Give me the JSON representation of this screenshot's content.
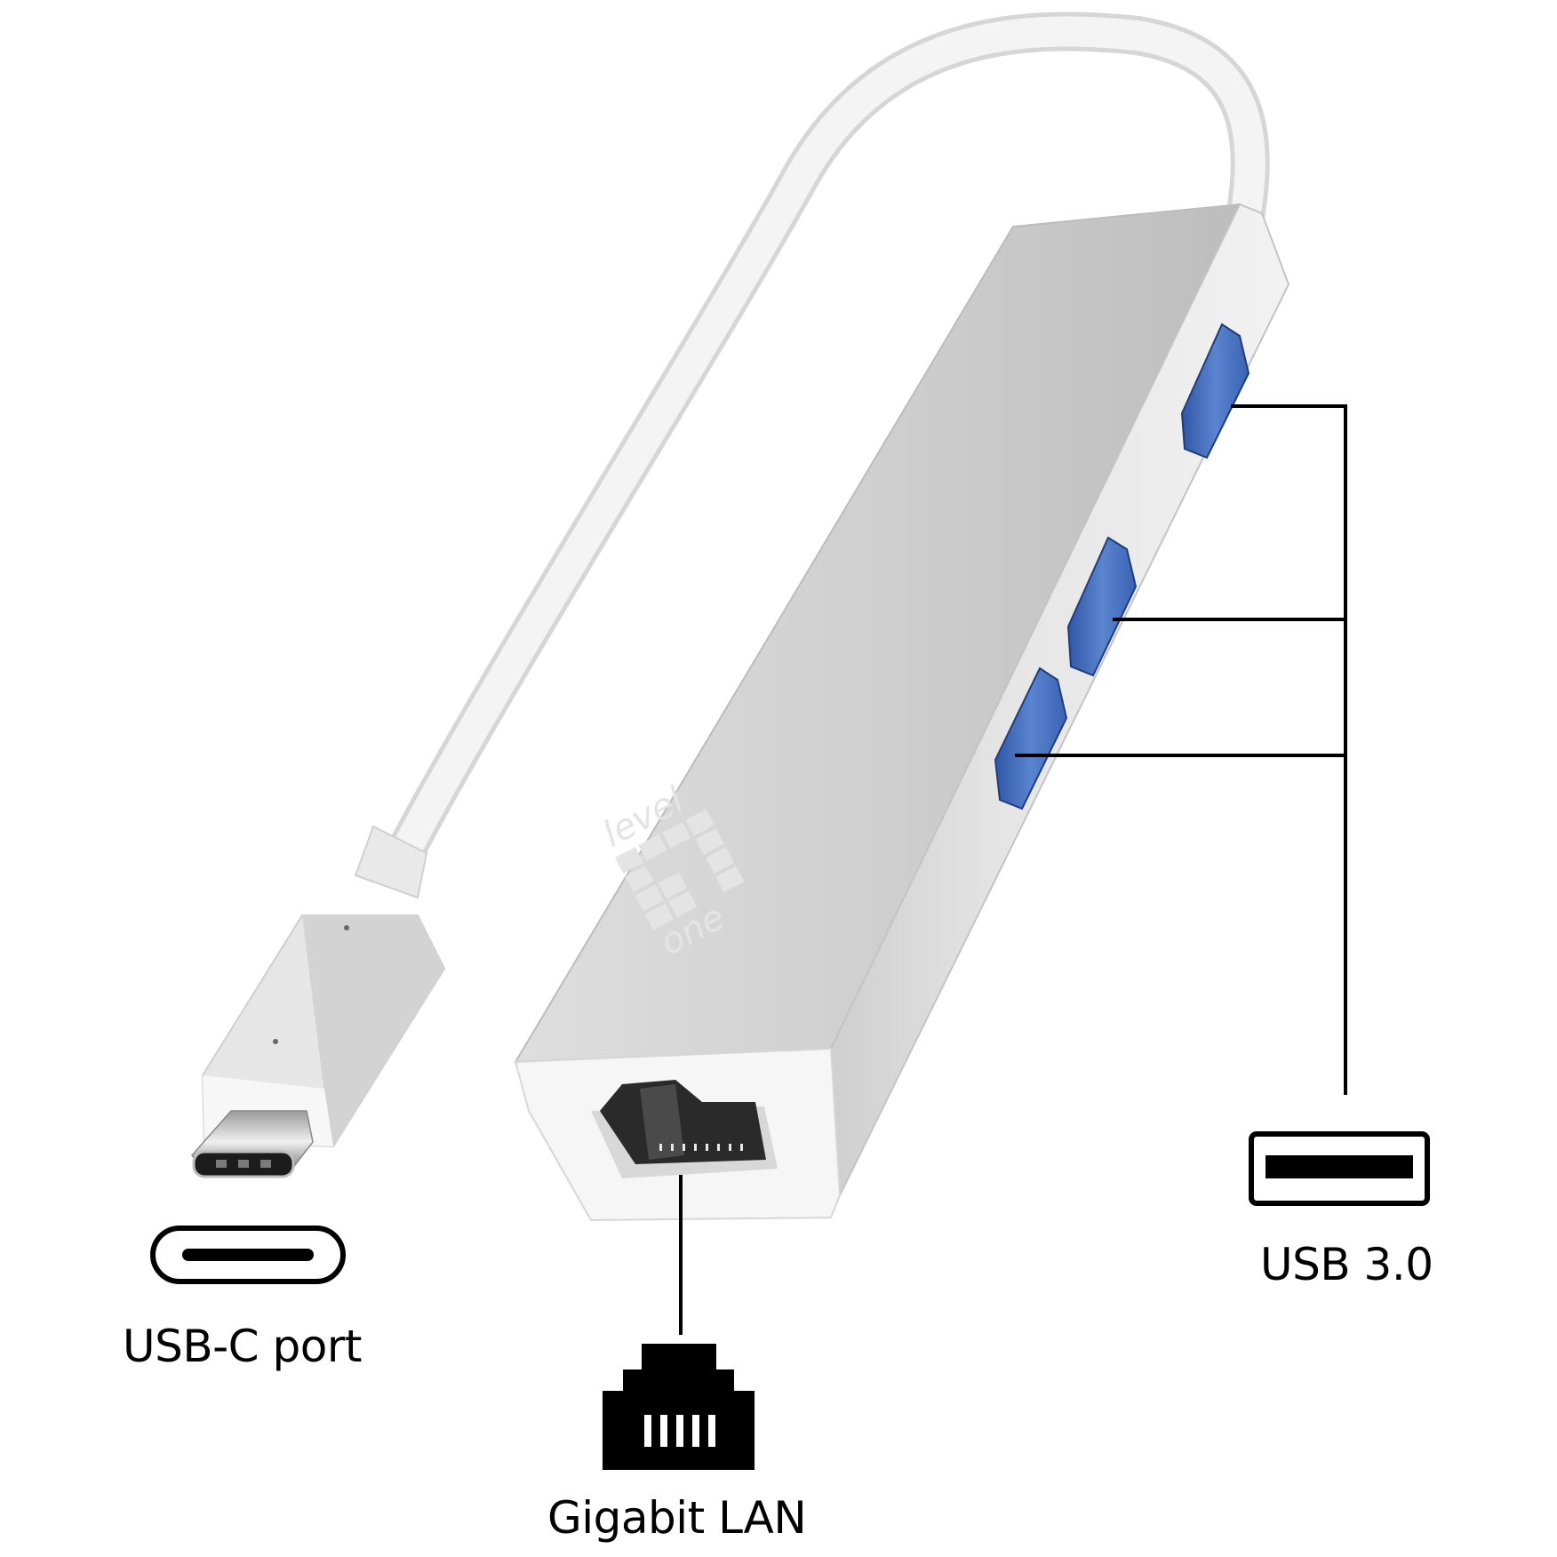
{
  "product": {
    "brand_logo": {
      "top_text": "level",
      "bottom_text": "one"
    },
    "colors": {
      "housing": "#c9c9c9",
      "housing_light": "#e2e2e2",
      "cable": "#f2f2f2",
      "usb_blue": "#3d68b8",
      "line": "#000000"
    }
  },
  "callouts": [
    {
      "id": "usb-c",
      "label": "USB-C port",
      "icon": "usb-c-port-icon"
    },
    {
      "id": "lan",
      "label": "Gigabit LAN",
      "icon": "rj45-ethernet-icon"
    },
    {
      "id": "usb3",
      "label": "USB 3.0",
      "icon": "usb-a-port-icon",
      "port_count": 3
    }
  ]
}
